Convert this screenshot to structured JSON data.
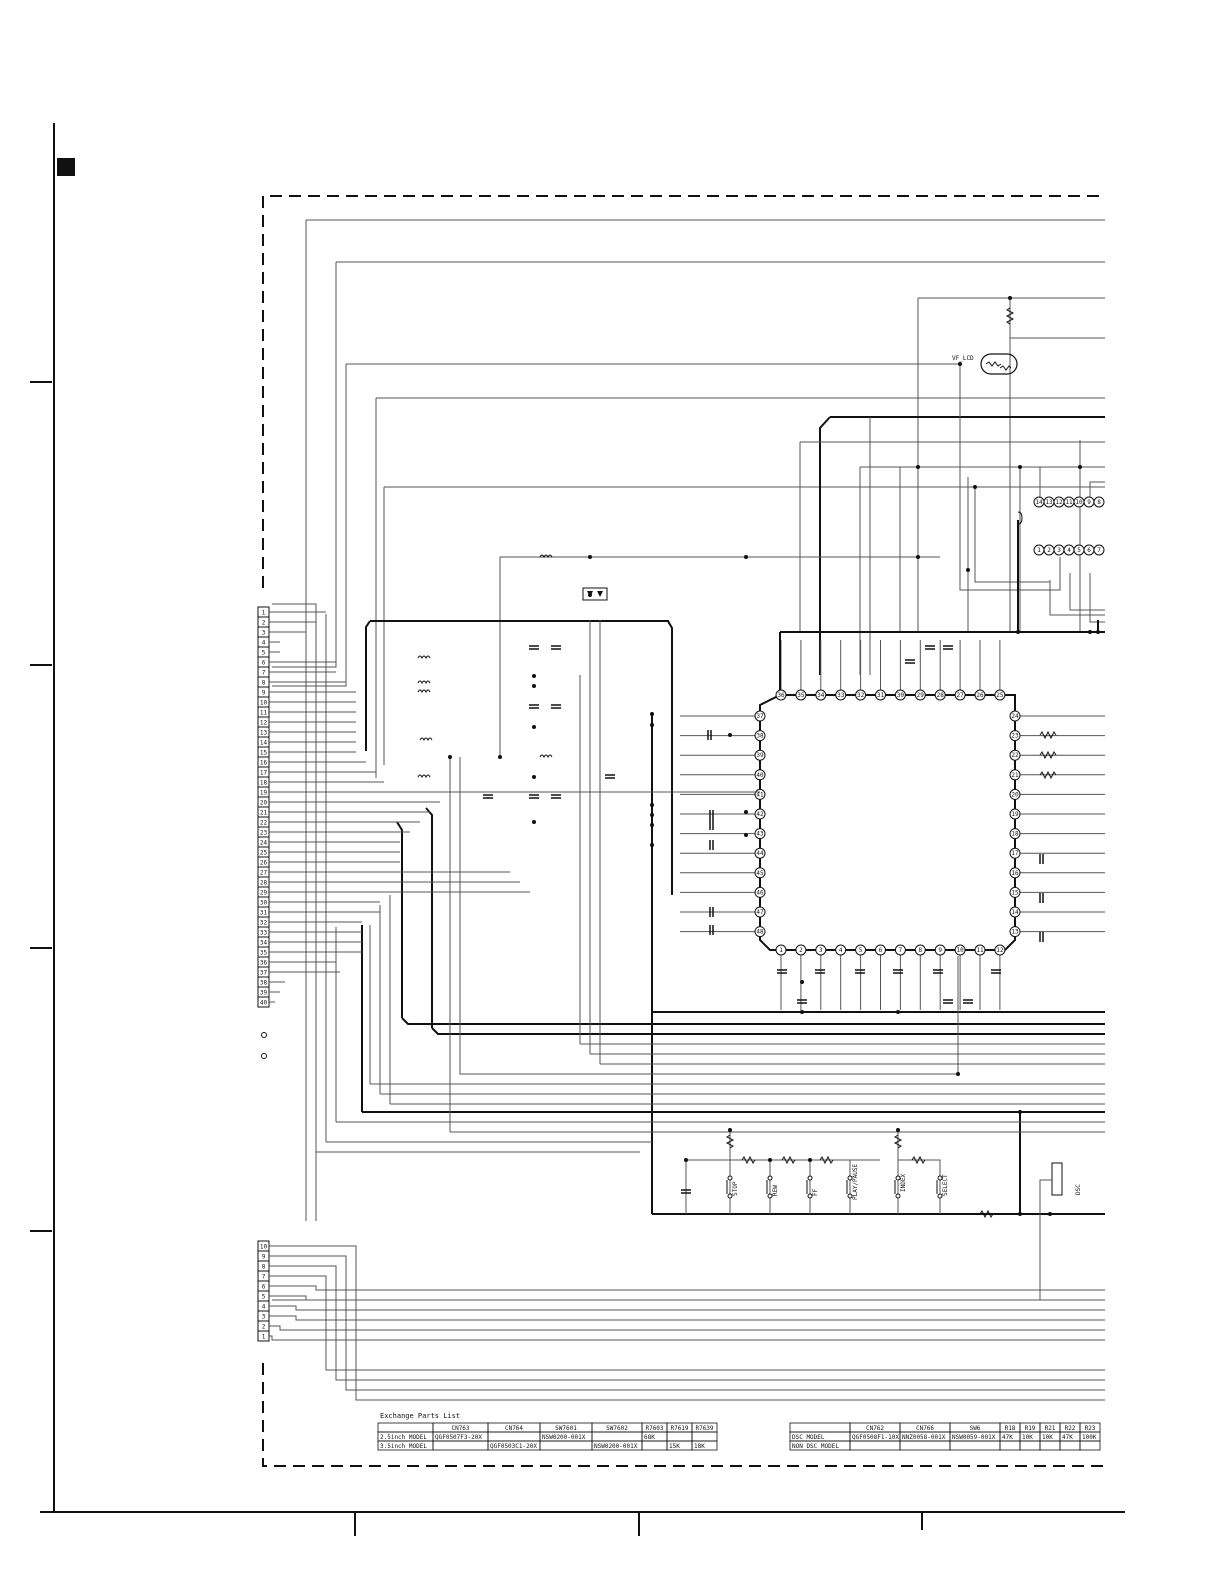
{
  "ic_main": {
    "top_pins": [
      "36",
      "35",
      "34",
      "33",
      "32",
      "31",
      "30",
      "29",
      "28",
      "27",
      "26",
      "25"
    ],
    "left_pins": [
      "37",
      "38",
      "39",
      "40",
      "41",
      "42",
      "43",
      "44",
      "45",
      "46",
      "47",
      "48"
    ],
    "bottom_pins": [
      "1",
      "2",
      "3",
      "4",
      "5",
      "6",
      "7",
      "8",
      "9",
      "10",
      "11",
      "12"
    ],
    "right_pins": [
      "24",
      "23",
      "22",
      "21",
      "20",
      "19",
      "18",
      "17",
      "16",
      "15",
      "14",
      "13"
    ]
  },
  "ic_small": {
    "top_pins": [
      "14",
      "13",
      "12",
      "11",
      "10",
      "9",
      "8"
    ],
    "bottom_pins": [
      "1",
      "2",
      "3",
      "4",
      "5",
      "6",
      "7"
    ]
  },
  "connector_40": [
    "1",
    "2",
    "3",
    "4",
    "5",
    "6",
    "7",
    "8",
    "9",
    "10",
    "11",
    "12",
    "13",
    "14",
    "15",
    "16",
    "17",
    "18",
    "19",
    "20",
    "21",
    "22",
    "23",
    "24",
    "25",
    "26",
    "27",
    "28",
    "29",
    "30",
    "31",
    "32",
    "33",
    "34",
    "35",
    "36",
    "37",
    "38",
    "39",
    "40"
  ],
  "connector_10": [
    "10",
    "9",
    "8",
    "7",
    "6",
    "5",
    "4",
    "3",
    "2",
    "1"
  ],
  "labels": {
    "vf_lcd": "VF_LCD",
    "stop": "STOP",
    "rew": "REW",
    "ff": "FF",
    "play_pause": "PLAY/PAUSE",
    "index": "INDEX",
    "select": "SELECT",
    "dsc": "DSC"
  },
  "exchange_title": "Exchange Parts List",
  "table_left": {
    "headers": [
      "",
      "CN763",
      "CN764",
      "SW7601",
      "SW7602",
      "R7603",
      "R7619",
      "R7639"
    ],
    "rows": [
      [
        "2.5inch MODEL",
        "QGF0507F3-20X",
        "",
        "NSW0200-001X",
        "",
        "68K",
        "",
        ""
      ],
      [
        "3.5inch MODEL",
        "",
        "QGF0503C1-20X",
        "",
        "NSW0200-001X",
        "",
        "15K",
        "18K"
      ]
    ]
  },
  "table_right": {
    "headers": [
      "",
      "CN762",
      "CN766",
      "SW6",
      "R18",
      "R19",
      "R21",
      "R22",
      "R23"
    ],
    "rows": [
      [
        "DSC MODEL",
        "QGF0508F1-10X",
        "NNZ0058-001X",
        "NSW0059-001X",
        "47K",
        "10K",
        "10K",
        "47K",
        "100K"
      ],
      [
        "NON DSC MODEL",
        "",
        "",
        "",
        "",
        "",
        "",
        "",
        ""
      ]
    ]
  }
}
